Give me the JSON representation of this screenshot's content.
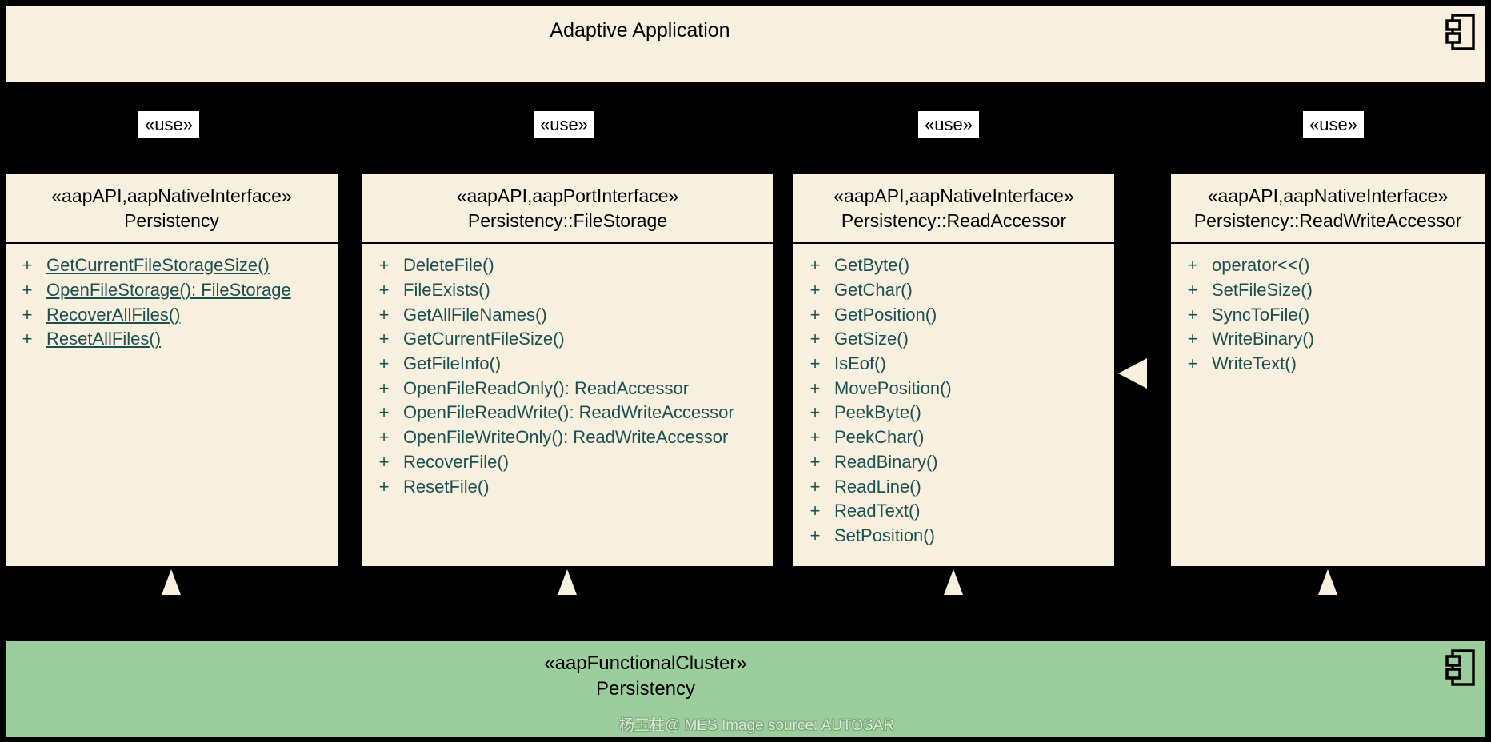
{
  "top_box": {
    "label": "Adaptive Application"
  },
  "visibility_symbol": "+",
  "dependencies": [
    {
      "label": "«use»"
    },
    {
      "label": "«use»"
    },
    {
      "label": "«use»"
    },
    {
      "label": "«use»"
    }
  ],
  "interfaces": [
    {
      "stereotype": "«aapAPI,aapNativeInterface»",
      "name": "Persistency",
      "static_methods": true,
      "methods": [
        "GetCurrentFileStorageSize()",
        "OpenFileStorage(): FileStorage",
        "RecoverAllFiles()",
        "ResetAllFiles()"
      ]
    },
    {
      "stereotype": "«aapAPI,aapPortInterface»",
      "name": "Persistency::FileStorage",
      "static_methods": false,
      "methods": [
        "DeleteFile()",
        "FileExists()",
        "GetAllFileNames()",
        "GetCurrentFileSize()",
        "GetFileInfo()",
        "OpenFileReadOnly(): ReadAccessor",
        "OpenFileReadWrite(): ReadWriteAccessor",
        "OpenFileWriteOnly(): ReadWriteAccessor",
        "RecoverFile()",
        "ResetFile()"
      ]
    },
    {
      "stereotype": "«aapAPI,aapNativeInterface»",
      "name": "Persistency::ReadAccessor",
      "static_methods": false,
      "methods": [
        "GetByte()",
        "GetChar()",
        "GetPosition()",
        "GetSize()",
        "IsEof()",
        "MovePosition()",
        "PeekByte()",
        "PeekChar()",
        "ReadBinary()",
        "ReadLine()",
        "ReadText()",
        "SetPosition()"
      ]
    },
    {
      "stereotype": "«aapAPI,aapNativeInterface»",
      "name": "Persistency::ReadWriteAccessor",
      "static_methods": false,
      "methods": [
        "operator<<()",
        "SetFileSize()",
        "SyncToFile()",
        "WriteBinary()",
        "WriteText()"
      ]
    }
  ],
  "functional_cluster": {
    "stereotype": "«aapFunctionalCluster»",
    "name": "Persistency"
  },
  "watermark": "杨玉柱@ MES Image source:  AUTOSAR",
  "colors": {
    "background": "#000000",
    "box_fill": "#F7F0DF",
    "cluster_fill": "#9CCD9C",
    "method_text": "#1C4F4F",
    "use_label_bg": "#FFFFFF"
  }
}
